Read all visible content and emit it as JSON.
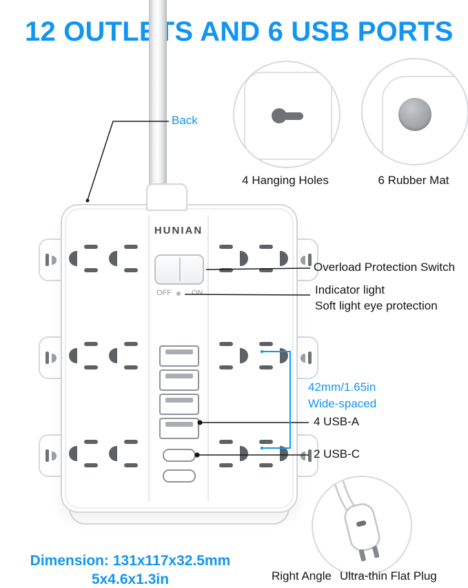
{
  "title": "12 OUTLETS AND 6 USB PORTS",
  "labels": {
    "back": "Back",
    "hanging_holes": "4 Hanging Holes",
    "rubber_mat": "6 Rubber Mat",
    "overload": "Overload Protection Switch",
    "indicator_light": "Indicator light",
    "soft_light": "Soft light eye protection",
    "spacing_value": "42mm/1.65in",
    "spacing_desc": "Wide-spaced",
    "usb_a": "4 USB-A",
    "usb_c": "2 USB-C",
    "right_angle": "Right Angle",
    "flat_plug": "Ultra-thin Flat Plug",
    "dimension_mm": "Dimension: 131x117x32.5mm",
    "dimension_in": "5x4.6x1.3in"
  },
  "device": {
    "brand": "HUNIAN",
    "switch_off": "OFF",
    "switch_on": "ON"
  },
  "colors": {
    "accent": "#1295f0",
    "text": "#131313",
    "leader_line": "#1a1a1a",
    "slot_gray": "#5d6064"
  }
}
